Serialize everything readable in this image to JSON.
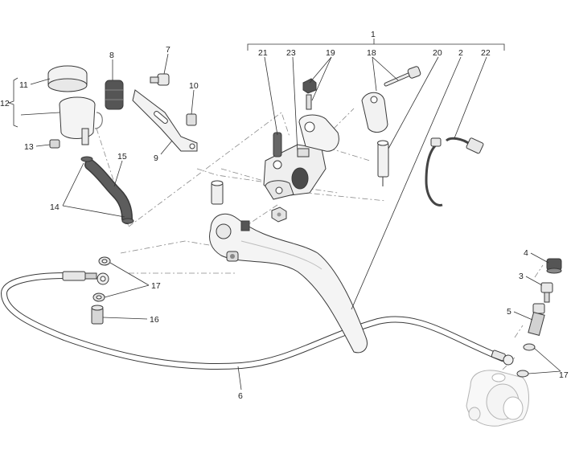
{
  "diagram": {
    "labels": {
      "p1": "1",
      "p2": "2",
      "p3": "3",
      "p4": "4",
      "p5": "5",
      "p6": "6",
      "p7": "7",
      "p8": "8",
      "p9": "9",
      "p10": "10",
      "p11": "11",
      "p12": "12",
      "p13": "13",
      "p14": "14",
      "p15": "15",
      "p16": "16",
      "p17a": "17",
      "p17b": "17",
      "p18": "18",
      "p19": "19",
      "p20": "20",
      "p21": "21",
      "p22": "22",
      "p23": "23"
    },
    "colors": {
      "part_fill": "#f2f2f2",
      "part_shade": "#cfcfcf",
      "rubber": "#555555",
      "line": "#333333"
    }
  }
}
